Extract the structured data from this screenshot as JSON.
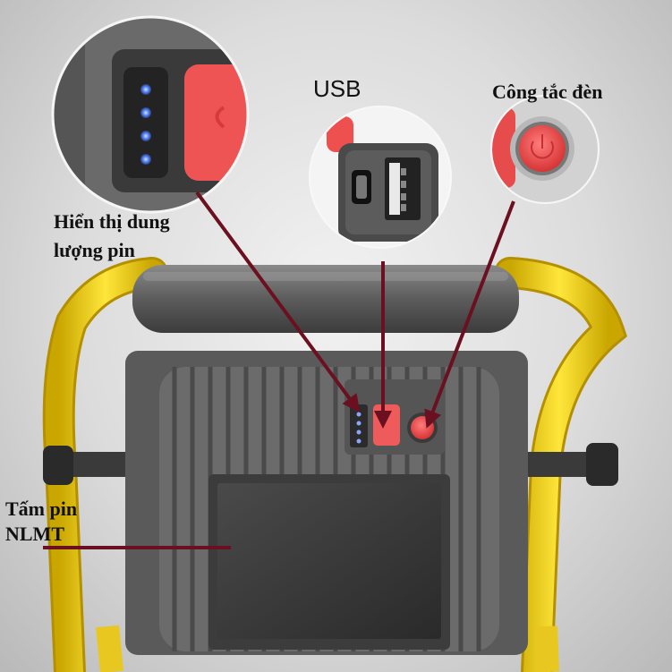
{
  "labels": {
    "battery_display_line1": "Hiển thị dung",
    "battery_display_line2": "lượng pin",
    "usb": "USB",
    "light_switch": "Công tắc đèn",
    "solar_panel_line1": "Tấm pin",
    "solar_panel_line2": "NLMT"
  },
  "colors": {
    "frame_yellow": "#f2d31b",
    "housing_gray": "#5a5a5a",
    "switch_red": "#ee4b4b",
    "indicator_blue": "#4f7fff",
    "arrow_maroon": "#6b1020"
  }
}
